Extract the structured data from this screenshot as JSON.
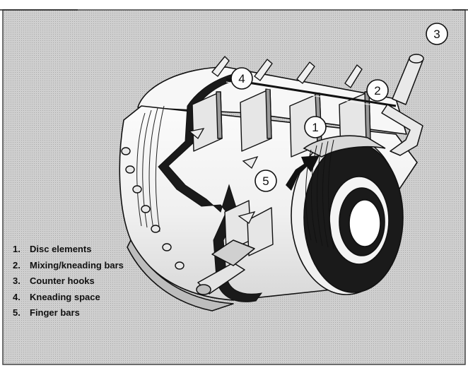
{
  "legend": [
    {
      "number": "1.",
      "label": "Disc elements"
    },
    {
      "number": "2.",
      "label": "Mixing/kneading bars"
    },
    {
      "number": "3.",
      "label": "Counter hooks"
    },
    {
      "number": "4.",
      "label": "Kneading space"
    },
    {
      "number": "5.",
      "label": "Finger bars"
    }
  ],
  "callouts": [
    "1",
    "2",
    "3",
    "4",
    "5"
  ],
  "colors": {
    "panel": "#c7c7c7",
    "outline": "#111111",
    "metal_light": "#f2f2f2",
    "metal_mid": "#bdbdbd",
    "dark": "#1a1a1a"
  },
  "icons": [
    "rotation-arrow-icon"
  ]
}
